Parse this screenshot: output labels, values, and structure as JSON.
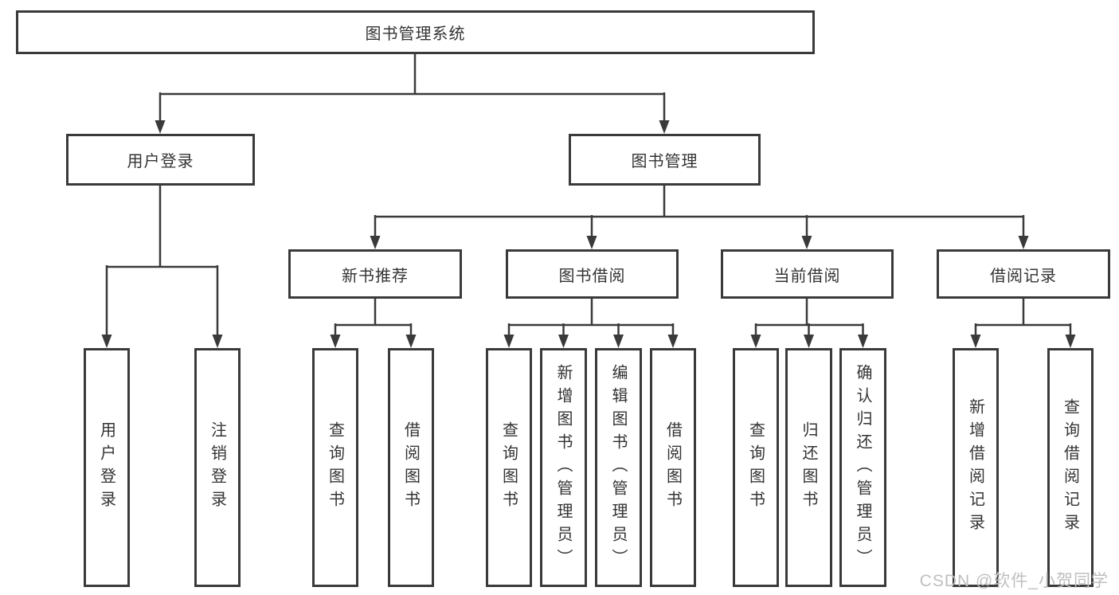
{
  "diagram": {
    "root": "图书管理系统",
    "level2": {
      "user_login": "用户登录",
      "book_management": "图书管理"
    },
    "level3": {
      "new_book_recommend": "新书推荐",
      "book_borrow": "图书借阅",
      "current_borrow": "当前借阅",
      "borrow_record": "借阅记录"
    },
    "leaves": {
      "user_login": "用户登录",
      "logout": "注销登录",
      "recommend_query_book": "查询图书",
      "recommend_borrow_book": "借阅图书",
      "borrow_query_book": "查询图书",
      "borrow_add_book": "新增图书（管理员）",
      "borrow_edit_book": "编辑图书（管理员）",
      "borrow_borrow_book": "借阅图书",
      "current_query_book": "查询图书",
      "current_return_book": "归还图书",
      "current_confirm_return": "确认归还（管理员）",
      "record_add": "新增借阅记录",
      "record_query": "查询借阅记录"
    }
  },
  "watermark": "CSDN @软件_小贺同学",
  "colors": {
    "line": "#3a3a3a",
    "text": "#333333",
    "box_background": "#ffffff",
    "watermark": "#bfbfbf"
  }
}
